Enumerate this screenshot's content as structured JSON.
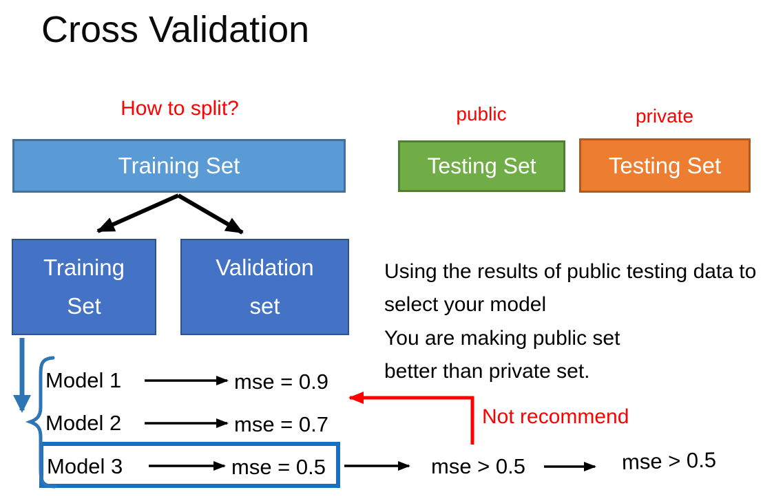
{
  "title": "Cross Validation",
  "labels": {
    "how_to_split": "How to split?",
    "public": "public",
    "private": "private",
    "not_recommend": "Not recommend"
  },
  "boxes": {
    "training_full": {
      "label": "Training Set",
      "fill": "#5B9BD5",
      "border": "#41719C"
    },
    "testing_public": {
      "label": "Testing Set",
      "fill": "#70AD47",
      "border": "#507E32"
    },
    "testing_private": {
      "label": "Testing Set",
      "fill": "#ED7D31",
      "border": "#AE5A21"
    },
    "training_sub": {
      "label": "Training Set",
      "fill": "#4472C4",
      "border": "#2F528F"
    },
    "validation_sub": {
      "label": "Validation set",
      "fill": "#4472C4",
      "border": "#2F528F"
    }
  },
  "notes": {
    "select_model": "Using the results of public testing data to select your model",
    "public_better": "You are making public set better than private set."
  },
  "models": [
    {
      "name": "Model 1",
      "result": "mse = 0.9",
      "highlighted": false
    },
    {
      "name": "Model 2",
      "result": "mse = 0.7",
      "highlighted": false
    },
    {
      "name": "Model 3",
      "result": "mse = 0.5",
      "highlighted": true
    }
  ],
  "outcome": {
    "public_mse": "mse > 0.5",
    "private_mse": "mse > 0.5"
  },
  "colors": {
    "accent_red": "#FF0000",
    "annotation_blue": "#2E75B6",
    "highlight_frame_blue": "#1B6FC0",
    "arrow_black": "#000000"
  }
}
